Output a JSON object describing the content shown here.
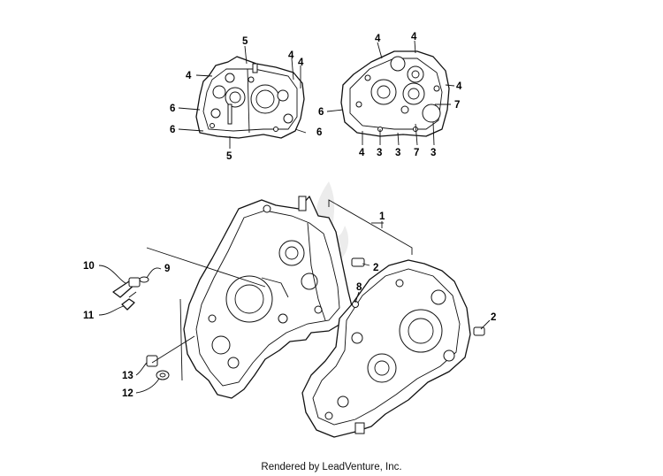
{
  "diagram": {
    "callouts": {
      "top_left": [
        "5",
        "4",
        "4",
        "4",
        "6",
        "6",
        "6",
        "5"
      ],
      "top_right": [
        "4",
        "4",
        "4",
        "6",
        "7",
        "4",
        "3",
        "3",
        "7",
        "3"
      ],
      "main": [
        "1",
        "2",
        "8",
        "2",
        "9",
        "10",
        "11",
        "13",
        "12"
      ]
    },
    "footer": "Rendered by LeadVenture, Inc.",
    "colors": {
      "line": "#111111",
      "background": "#ffffff",
      "watermark": "#ececec"
    }
  }
}
